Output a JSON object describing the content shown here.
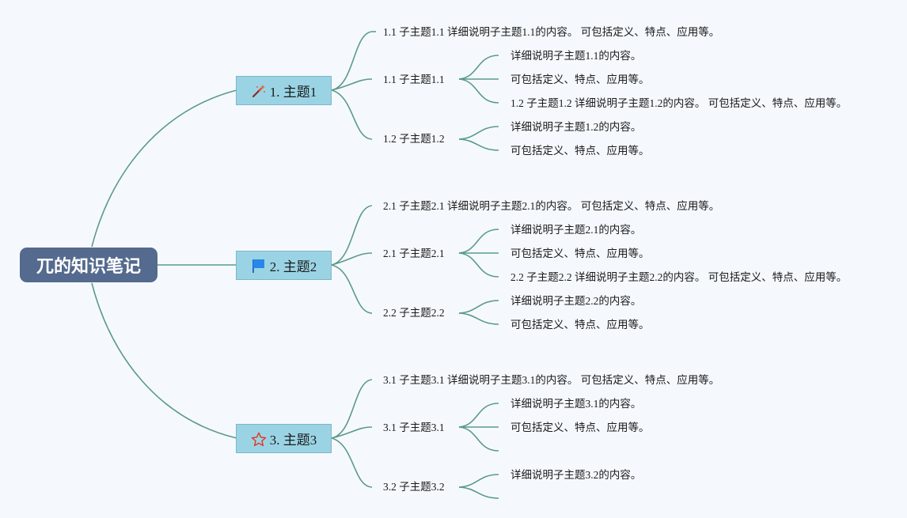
{
  "root": {
    "label": "兀的知识笔记"
  },
  "colors": {
    "line": "#5b9a8b",
    "root_bg": "#546a8e",
    "topic_bg": "#9ad4e4",
    "background": "#f5f9fe"
  },
  "topics": [
    {
      "label": "1. 主题1",
      "icon": "magic-wand-icon",
      "children": [
        {
          "label": "1.1 子主题1.1 详细说明子主题1.1的内容。 可包括定义、特点、应用等。"
        },
        {
          "label": "1.1 子主题1.1",
          "children": [
            "详细说明子主题1.1的内容。",
            "可包括定义、特点、应用等。",
            "1.2 子主题1.2 详细说明子主题1.2的内容。 可包括定义、特点、应用等。"
          ]
        },
        {
          "label": "1.2 子主题1.2",
          "children": [
            "详细说明子主题1.2的内容。",
            "可包括定义、特点、应用等。"
          ]
        }
      ]
    },
    {
      "label": "2. 主题2",
      "icon": "flag-icon",
      "children": [
        {
          "label": "2.1 子主题2.1 详细说明子主题2.1的内容。 可包括定义、特点、应用等。"
        },
        {
          "label": "2.1 子主题2.1",
          "children": [
            "详细说明子主题2.1的内容。",
            "可包括定义、特点、应用等。",
            "2.2 子主题2.2 详细说明子主题2.2的内容。 可包括定义、特点、应用等。"
          ]
        },
        {
          "label": "2.2 子主题2.2",
          "children": [
            "详细说明子主题2.2的内容。",
            "可包括定义、特点、应用等。"
          ]
        }
      ]
    },
    {
      "label": "3. 主题3",
      "icon": "star-icon",
      "children": [
        {
          "label": "3.1 子主题3.1 详细说明子主题3.1的内容。 可包括定义、特点、应用等。"
        },
        {
          "label": "3.1 子主题3.1",
          "children": [
            "详细说明子主题3.1的内容。",
            "可包括定义、特点、应用等。",
            ""
          ]
        },
        {
          "label": "3.2 子主题3.2",
          "children": [
            "详细说明子主题3.2的内容。",
            ""
          ]
        }
      ]
    }
  ]
}
